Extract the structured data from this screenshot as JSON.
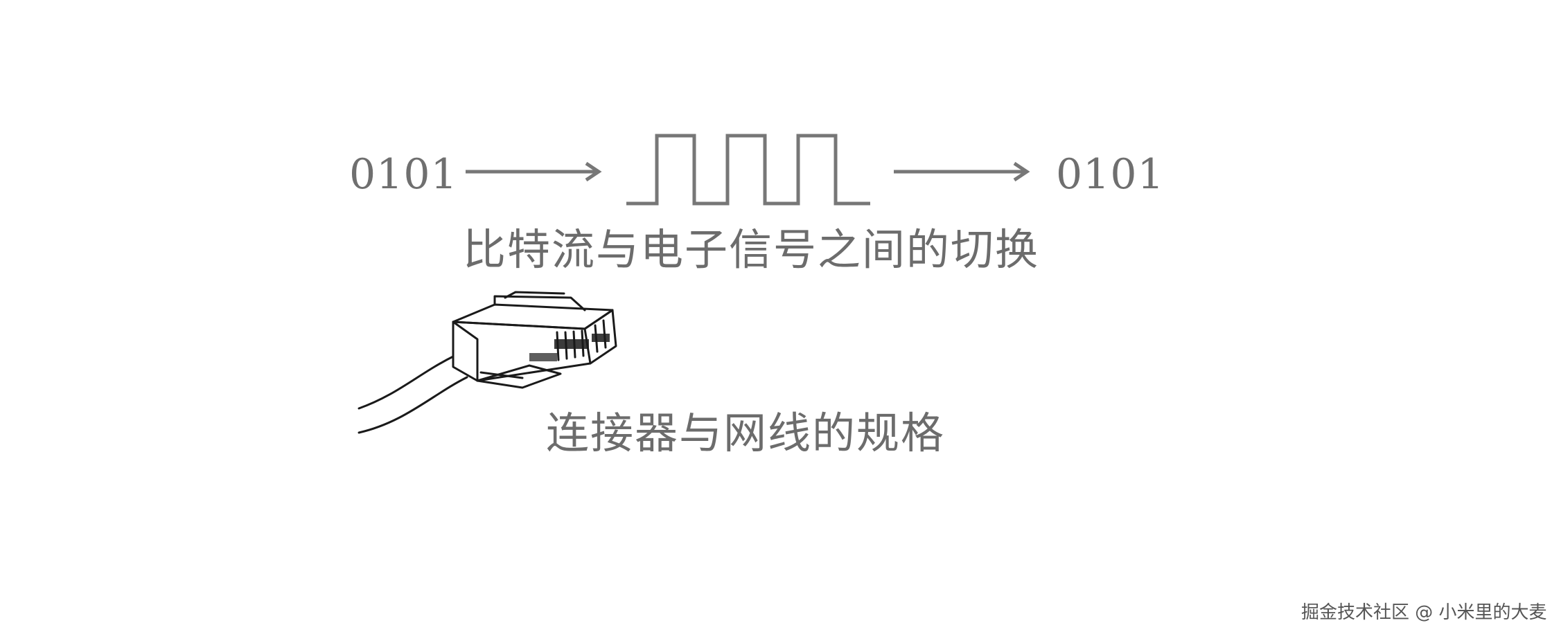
{
  "diagram": {
    "input_bits": "0101",
    "output_bits": "0101",
    "signal_caption": "比特流与电子信号之间的切换",
    "connector_caption": "连接器与网线的规格",
    "colors": {
      "line": "#777777",
      "text": "#6c6c6c",
      "connector": "#1a1a1a"
    },
    "icons": {
      "signal": "square-wave-icon",
      "connector": "rj45-connector-icon"
    }
  },
  "watermark": {
    "text": "掘金技术社区 @ 小米里的大麦"
  }
}
